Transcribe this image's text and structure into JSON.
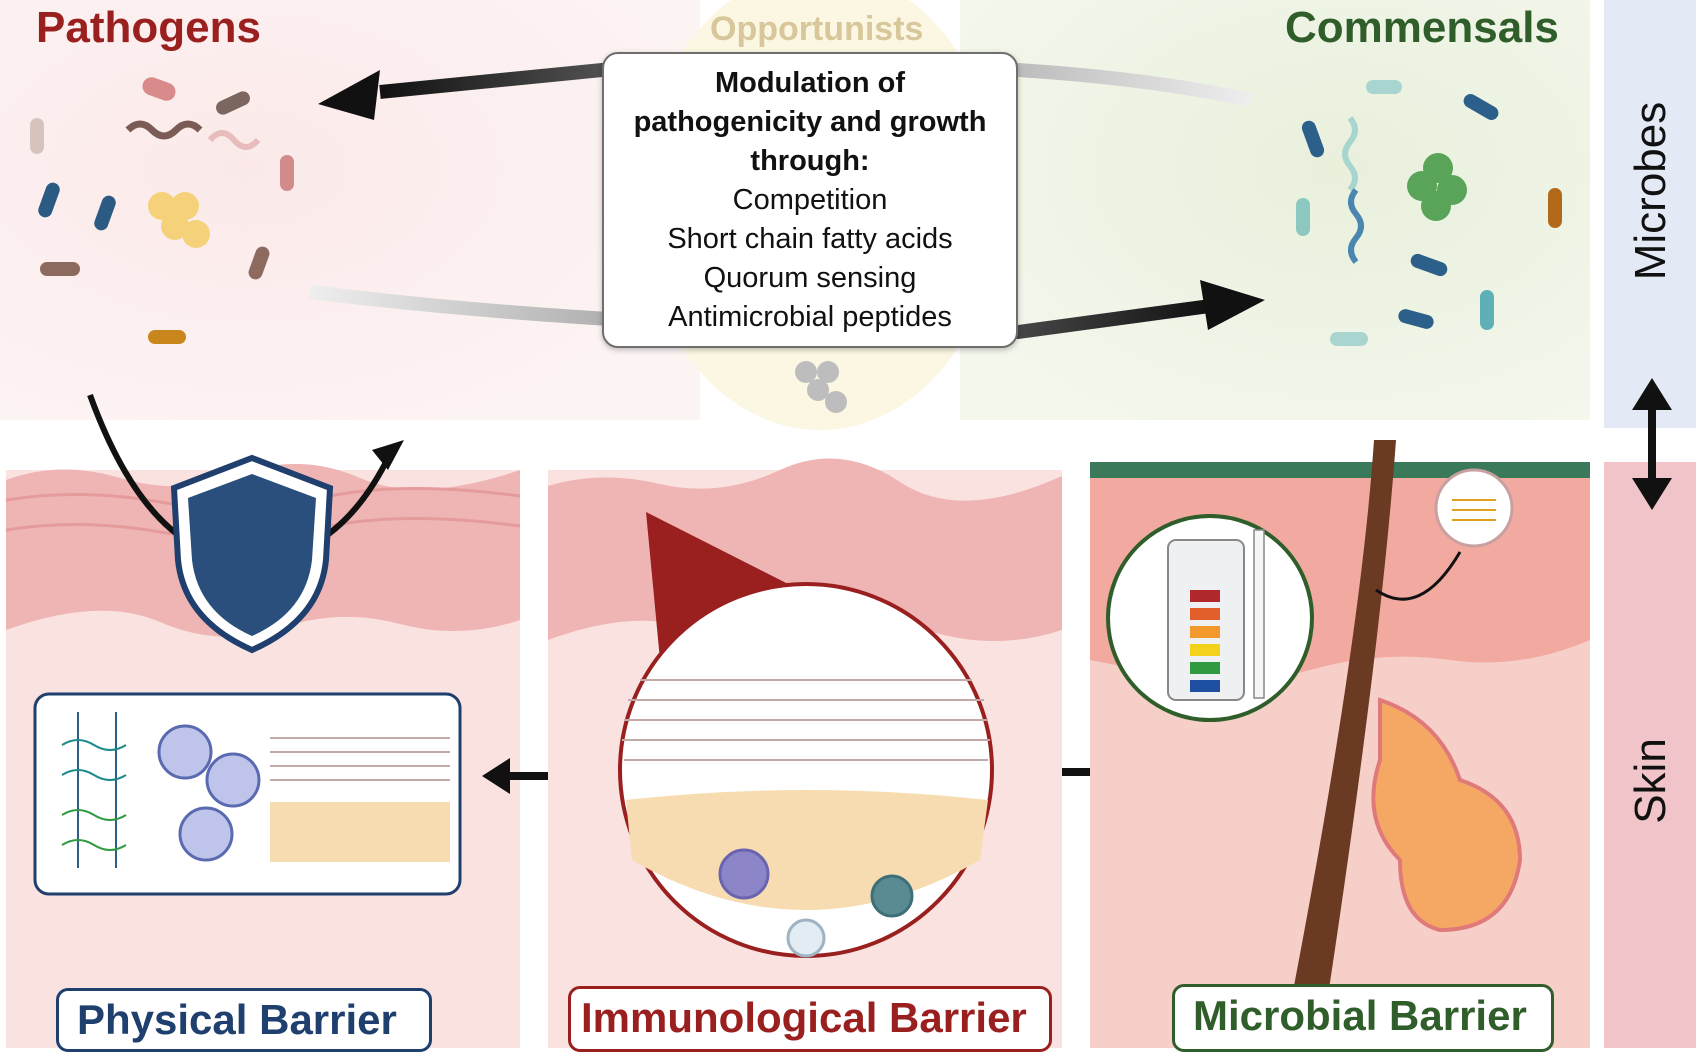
{
  "groups": {
    "pathogens": {
      "label": "Pathogens",
      "color": "#9a2020"
    },
    "opportunists": {
      "label": "Opportunists",
      "color": "#d7c79a"
    },
    "commensals": {
      "label": "Commensals",
      "color": "#2f5e2a"
    }
  },
  "modulation": {
    "heading": "Modulation of pathogenicity and growth through:",
    "heading_lines": [
      "Modulation of",
      "pathogenicity and growth",
      "through:"
    ],
    "mechanisms": [
      "Competition",
      "Short chain fatty acids",
      "Quorum sensing",
      "Antimicrobial peptides"
    ]
  },
  "side_labels": {
    "microbes": "Microbes",
    "skin": "Skin"
  },
  "barriers": [
    {
      "label": "Physical Barrier",
      "color": "#1f3f6e"
    },
    {
      "label": "Immunological Barrier",
      "color": "#9a2020"
    },
    {
      "label": "Microbial Barrier",
      "color": "#2f5e2a"
    }
  ],
  "colors": {
    "pathogen_zone": "#fbecec",
    "commensal_zone": "#eef3e3",
    "opportunist_zone": "#fbf6df",
    "microbes_band": "#e6ecf6",
    "skin_band": "#f2c9cd",
    "skin_upper": "#f0b9b9",
    "skin_dermis": "#f9e1df",
    "shield": "#2a4f7c"
  },
  "icons": [
    "shield-icon",
    "double-arrow-icon",
    "urine-test-strip-icon",
    "hair-follicle-icon",
    "sebaceous-gland-icon"
  ]
}
